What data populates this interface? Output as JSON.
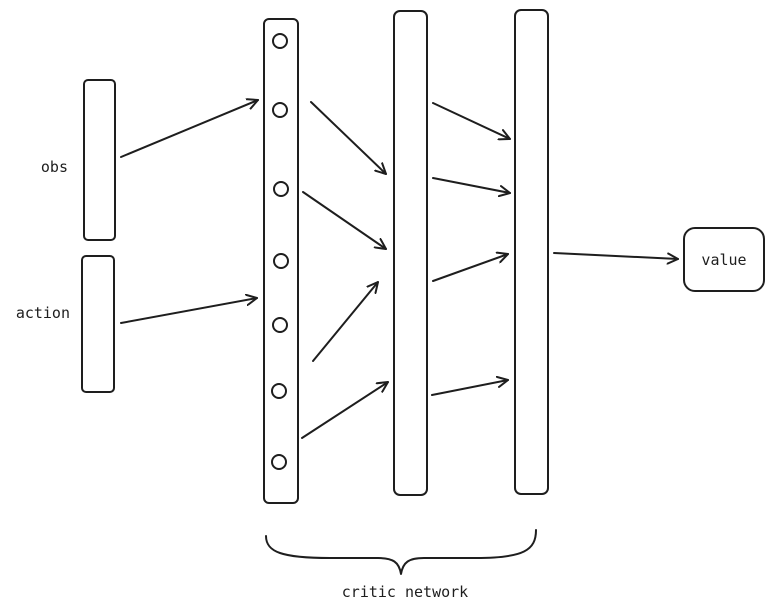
{
  "inputs": {
    "obs_label": "obs",
    "action_label": "action"
  },
  "input_layer": {
    "neuron_count": 7
  },
  "output": {
    "label": "value"
  },
  "brace": {
    "label": "critic network"
  },
  "colors": {
    "stroke": "#1e1e1e",
    "background": "#ffffff"
  }
}
